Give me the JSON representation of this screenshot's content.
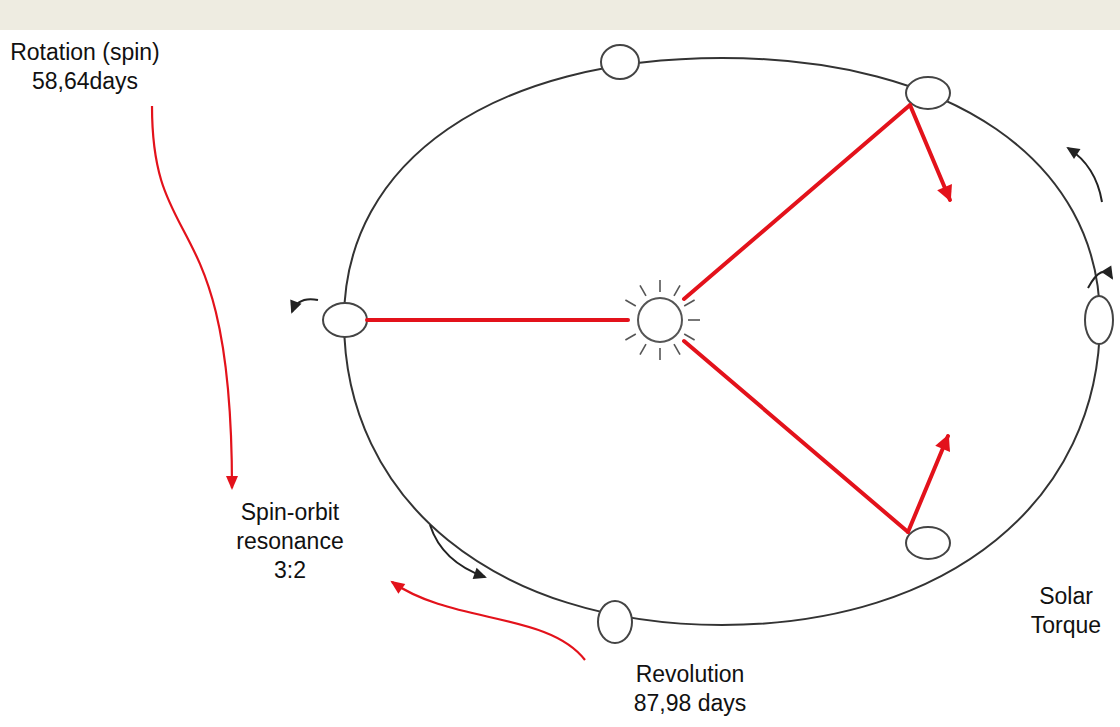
{
  "diagram": {
    "labels": [
      "Rotation (spin) 58,64days",
      "Spin-orbit resonance 3:2",
      "Revolution 87,98 days",
      "Solar Torque"
    ]
  }
}
